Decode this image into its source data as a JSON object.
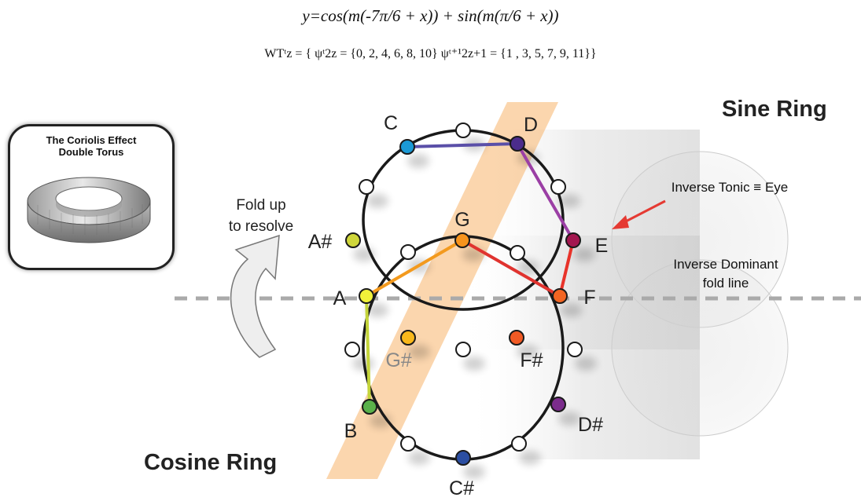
{
  "formulas": {
    "line1": "y=cos(m(-7π/6 + x)) + sin(m(π/6 + x))",
    "line2": "WTᵗz = { ψᵗ2z = {0, 2, 4, 6, 8, 10}     ψᵗ⁺¹2z+1 = {1 , 3, 5, 7, 9, 11}}"
  },
  "inset": {
    "title_line1": "The Coriolis Effect",
    "title_line2": "Double Torus"
  },
  "labels": {
    "sine_ring": "Sine Ring",
    "cosine_ring": "Cosine Ring",
    "fold_line1": "Fold up",
    "fold_line2": "to resolve",
    "inverse_tonic": "Inverse Tonic ≡ Eye",
    "inverse_dominant_line1": "Inverse Dominant",
    "inverse_dominant_line2": "fold line"
  },
  "notes": {
    "C": {
      "label": "C",
      "color": "#1b9ad6"
    },
    "D": {
      "label": "D",
      "color": "#4b2c8c"
    },
    "E": {
      "label": "E",
      "color": "#a3174f"
    },
    "F": {
      "label": "F",
      "color": "#f26522"
    },
    "G": {
      "label": "G",
      "color": "#f7941d"
    },
    "A": {
      "label": "A",
      "color": "#f2f23a"
    },
    "A#": {
      "label": "A#",
      "color": "#cfd63a"
    },
    "G#": {
      "label": "G#",
      "color": "#f9b81b"
    },
    "F#": {
      "label": "F#",
      "color": "#f15a24"
    },
    "B": {
      "label": "B",
      "color": "#5ab14a"
    },
    "D#": {
      "label": "D#",
      "color": "#7b2c8c"
    },
    "C#": {
      "label": "C#",
      "color": "#2b4ea2"
    }
  },
  "colors": {
    "ring": "#1a1a1a",
    "line_CD": "#5a4fa8",
    "line_DE": "#9b3fa5",
    "line_EF": "#e8332a",
    "line_GF": "#e0332f",
    "line_AG": "#f39a1e",
    "line_AB": "#c4d43a",
    "band": "#f7b56b",
    "arrow": "#e53a33",
    "fold_line": "#aaaaaa"
  }
}
